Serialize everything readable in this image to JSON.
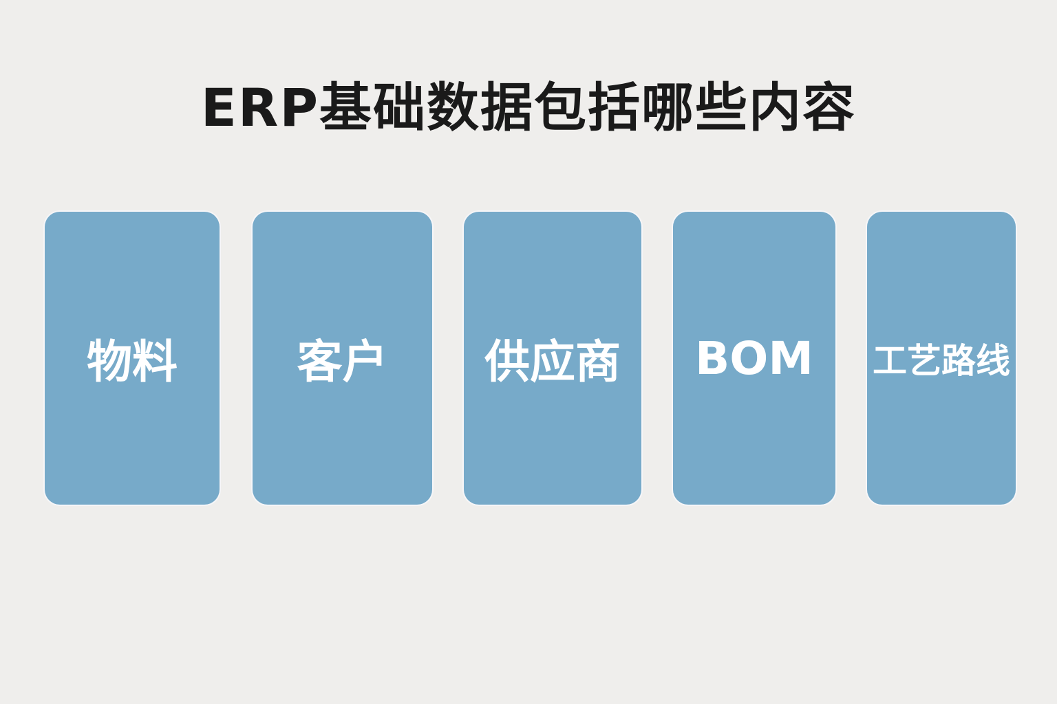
{
  "title": "ERP基础数据包括哪些内容",
  "card_color": "#77aac9",
  "cards": [
    {
      "label": "物料"
    },
    {
      "label": "客户"
    },
    {
      "label": "供应商"
    },
    {
      "label": "BOM"
    },
    {
      "label": "工艺路线"
    }
  ]
}
